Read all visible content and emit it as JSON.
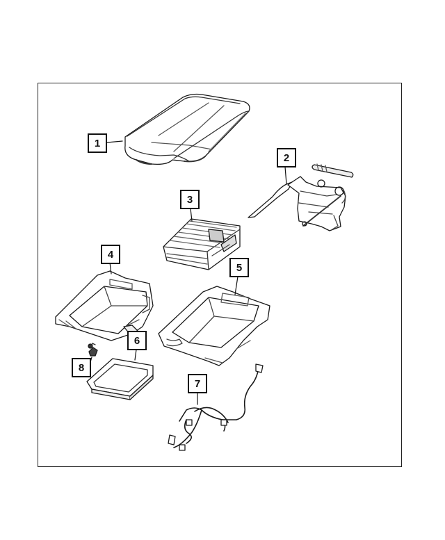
{
  "diagram": {
    "callouts": [
      {
        "id": "1",
        "label": "1",
        "part": "armrest-lid-pad"
      },
      {
        "id": "2",
        "label": "2",
        "part": "armrest-hinge-bracket"
      },
      {
        "id": "3",
        "label": "3",
        "part": "storage-bin-tray"
      },
      {
        "id": "4",
        "label": "4",
        "part": "console-base-lower"
      },
      {
        "id": "5",
        "label": "5",
        "part": "console-base-upper"
      },
      {
        "id": "6",
        "label": "6",
        "part": "bin-mat-plate"
      },
      {
        "id": "7",
        "label": "7",
        "part": "wiring-harness"
      },
      {
        "id": "8",
        "label": "8",
        "part": "clip"
      }
    ],
    "colors": {
      "line": "#1a1a1a",
      "fill": "#ffffff",
      "shade": "#d9d9d9",
      "dark": "#555555"
    }
  }
}
